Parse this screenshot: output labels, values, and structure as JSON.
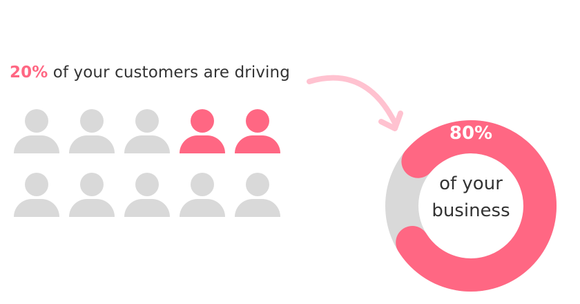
{
  "headline": {
    "percent": "20%",
    "text": " of your customers are driving"
  },
  "people": {
    "highlight_color": "#ff6783",
    "base_color": "#d9d9d9",
    "rows": [
      [
        false,
        false,
        false,
        true,
        true
      ],
      [
        false,
        false,
        false,
        false,
        false
      ]
    ]
  },
  "donut": {
    "percent_label": "80%",
    "caption_line1": "of your",
    "caption_line2": "business",
    "value_fraction": 0.8,
    "fill_color": "#ff6783",
    "track_color": "#d9d9d9"
  },
  "arrow": {
    "color": "#ffc2d0",
    "icon": "curved-arrow-icon"
  }
}
